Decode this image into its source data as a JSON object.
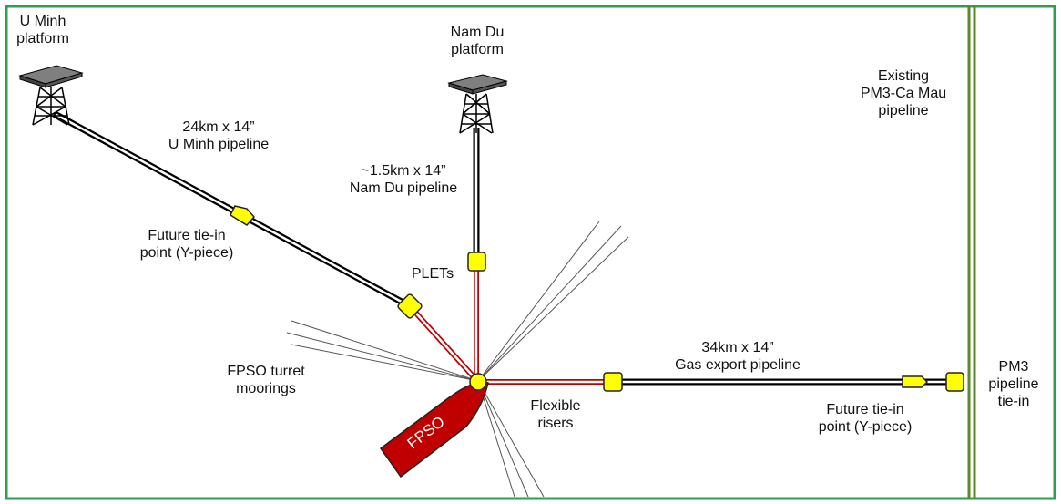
{
  "colors": {
    "frame": "#2e9e4f",
    "pipeline_outer": "#000000",
    "pipeline_inner": "#ffffff",
    "riser": "#c00000",
    "connector_fill": "#ffff00",
    "existing_pipeline": "#5a8a2a",
    "fpso_hull": "#c00000",
    "platform_deck": "#7f7f7f"
  },
  "labels": {
    "u_minh_platform": [
      "U Minh",
      "platform"
    ],
    "nam_du_platform": [
      "Nam Du",
      "platform"
    ],
    "existing_pipeline": [
      "Existing",
      "PM3-Ca Mau",
      "pipeline"
    ],
    "u_minh_pipeline": [
      "24km x 14”",
      "U Minh pipeline"
    ],
    "nam_du_pipeline": [
      "~1.5km x 14”",
      "Nam Du pipeline"
    ],
    "future_tiein_left": [
      "Future tie-in",
      "point (Y-piece)"
    ],
    "plets": [
      "PLETs"
    ],
    "fpso_moorings": [
      "FPSO turret",
      "moorings"
    ],
    "flexible_risers": [
      "Flexible",
      "risers"
    ],
    "gas_export_pipeline": [
      "34km x 14”",
      "Gas export pipeline"
    ],
    "future_tiein_right": [
      "Future tie-in",
      "point (Y-piece)"
    ],
    "pm3_tiein": [
      "PM3",
      "pipeline",
      "tie-in"
    ],
    "fpso": "FPSO"
  }
}
